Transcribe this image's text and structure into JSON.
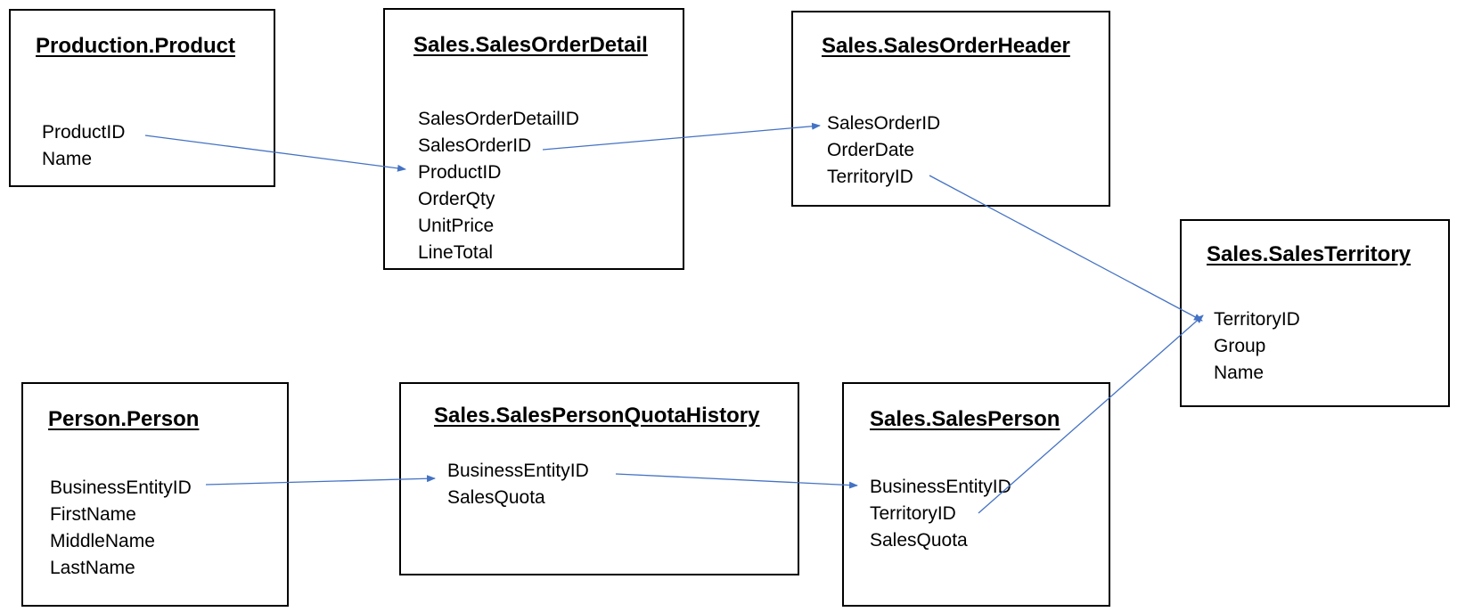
{
  "tables": {
    "product": {
      "title": "Production.Product",
      "fields": [
        "ProductID",
        "Name"
      ]
    },
    "sales_order_detail": {
      "title": "Sales.SalesOrderDetail",
      "fields": [
        "SalesOrderDetailID",
        "SalesOrderID",
        "ProductID",
        "OrderQty",
        "UnitPrice",
        "LineTotal"
      ]
    },
    "sales_order_header": {
      "title": "Sales.SalesOrderHeader",
      "fields": [
        "SalesOrderID",
        "OrderDate",
        "TerritoryID"
      ]
    },
    "sales_territory": {
      "title": "Sales.SalesTerritory",
      "fields": [
        "TerritoryID",
        "Group",
        "Name"
      ]
    },
    "person": {
      "title": "Person.Person",
      "fields": [
        "BusinessEntityID",
        "FirstName",
        "MiddleName",
        "LastName"
      ]
    },
    "sales_person_quota_history": {
      "title": "Sales.SalesPersonQuotaHistory",
      "fields": [
        "BusinessEntityID",
        "SalesQuota"
      ]
    },
    "sales_person": {
      "title": "Sales.SalesPerson",
      "fields": [
        "BusinessEntityID",
        "TerritoryID",
        "SalesQuota"
      ]
    }
  },
  "colors": {
    "link": "#4472C4",
    "border": "#000000"
  }
}
